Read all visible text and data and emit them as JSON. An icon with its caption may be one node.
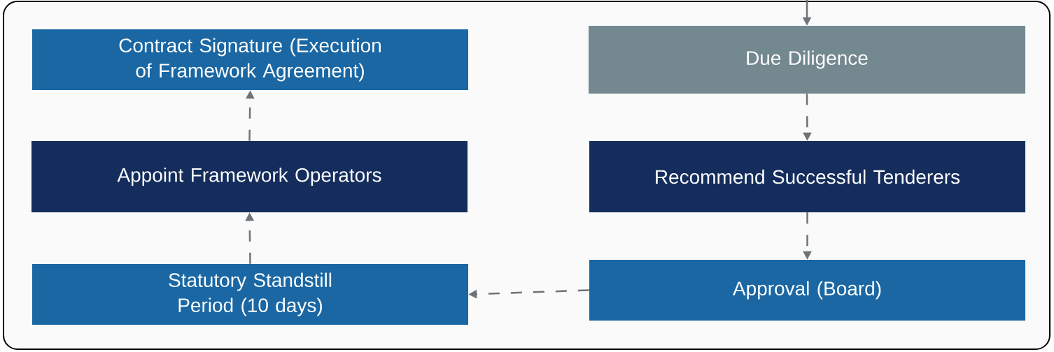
{
  "diagram": {
    "nodes": [
      {
        "text": [
          "Contract Signature (Execution of Framework Agreement)"
        ]
      },
      {
        "text": [
          "Due Diligence"
        ]
      },
      {
        "text": [
          "Appoint Framework Operators"
        ]
      },
      {
        "text": [
          "Recommend Successful Tenderers"
        ]
      },
      {
        "text": [
          "Statutory Standstill Period (10 days)"
        ]
      },
      {
        "text": [
          "Approval (Board)"
        ]
      }
    ],
    "edges": [
      {
        "from": null,
        "to": 1,
        "arrow": "to"
      },
      {
        "from": 1,
        "to": 3,
        "arrow": "to",
        "style": "dashed"
      },
      {
        "from": 3,
        "to": 5,
        "arrow": "to",
        "style": "dashed"
      },
      {
        "from": 5,
        "to": 4,
        "arrow": "to",
        "style": "dashed"
      },
      {
        "from": 4,
        "to": 2,
        "arrow": "to",
        "style": "dashed"
      },
      {
        "from": 2,
        "to": 0,
        "arrow": "to",
        "style": "dashed"
      }
    ]
  }
}
